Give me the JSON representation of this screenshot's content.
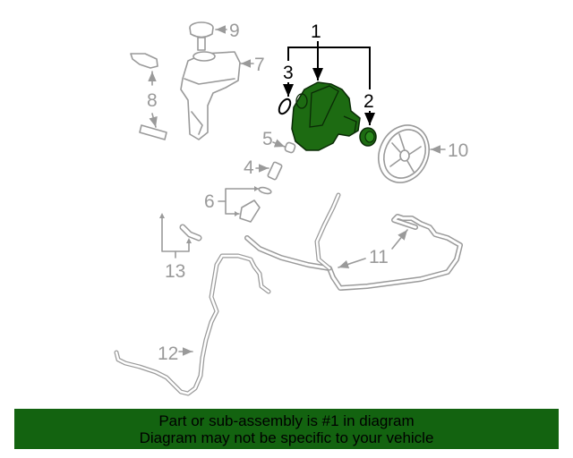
{
  "diagram": {
    "title": "Power steering pump assembly exploded diagram",
    "highlight_color": "#1d6b12",
    "callouts": [
      {
        "id": "1",
        "label": "1",
        "part": "power-steering-pump",
        "highlighted": true
      },
      {
        "id": "2",
        "label": "2",
        "part": "pump-seal",
        "highlighted": true
      },
      {
        "id": "3",
        "label": "3",
        "part": "o-ring",
        "highlighted": true
      },
      {
        "id": "4",
        "label": "4",
        "part": "fitting"
      },
      {
        "id": "5",
        "label": "5",
        "part": "connector"
      },
      {
        "id": "6",
        "label": "6",
        "part": "fitting-with-o-ring"
      },
      {
        "id": "7",
        "label": "7",
        "part": "reservoir"
      },
      {
        "id": "8",
        "label": "8",
        "part": "reservoir-brackets"
      },
      {
        "id": "9",
        "label": "9",
        "part": "reservoir-cap"
      },
      {
        "id": "10",
        "label": "10",
        "part": "pulley"
      },
      {
        "id": "11",
        "label": "11",
        "part": "return-hose"
      },
      {
        "id": "12",
        "label": "12",
        "part": "pressure-hose"
      },
      {
        "id": "13",
        "label": "13",
        "part": "supply-hoses"
      }
    ]
  },
  "banner": {
    "line1": "Part or sub-assembly is #1 in diagram",
    "line2": "Diagram may not be specific to your vehicle",
    "background": "#136310"
  }
}
